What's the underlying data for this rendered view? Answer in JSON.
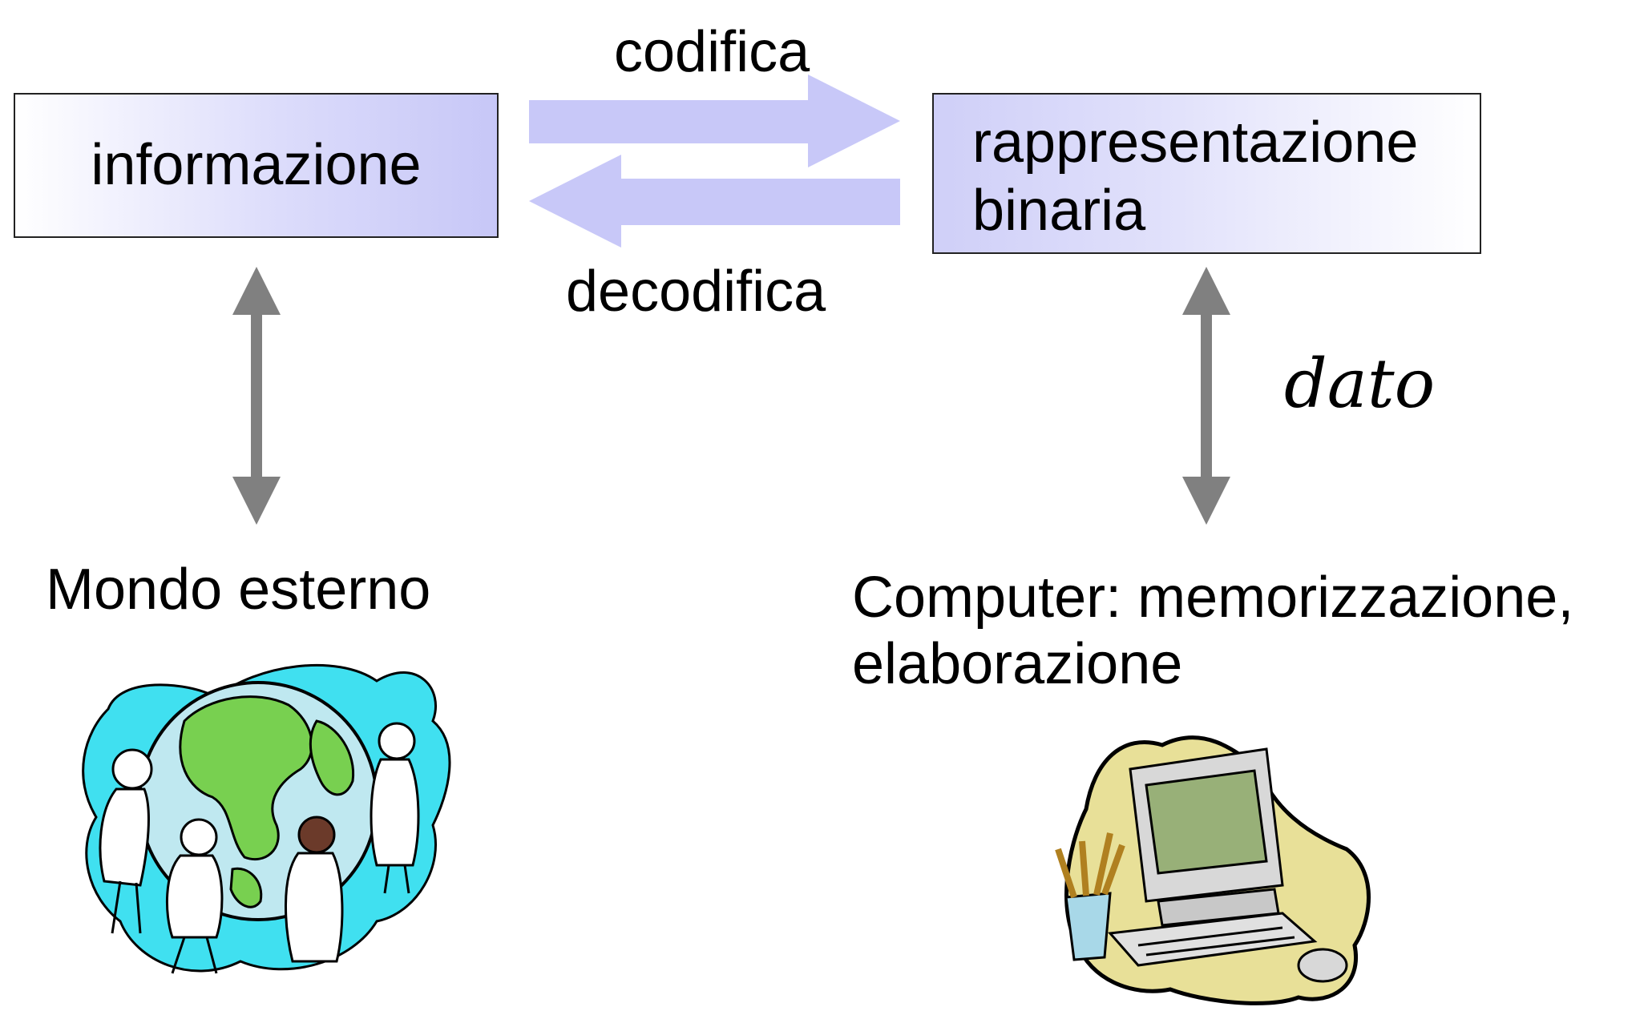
{
  "boxes": {
    "left": "informazione",
    "right_line1": "rappresentazione",
    "right_line2": "binaria"
  },
  "arrows": {
    "top_label": "codifica",
    "bottom_label": "decodifica",
    "right_vertical_label": "dato"
  },
  "captions": {
    "left": "Mondo esterno",
    "right_line1": "Computer: memorizzazione,",
    "right_line2": "elaborazione"
  },
  "illustrations": {
    "left": "globe-with-people-clipart",
    "right": "computer-clipart"
  },
  "colors": {
    "horizontal_arrow": "#c8c8f8",
    "vertical_arrow": "#808080",
    "box_gradient_end": "#c7c7f7",
    "globe_background": "#40e0f0",
    "globe_land": "#78d050",
    "computer_background": "#e8e098"
  }
}
